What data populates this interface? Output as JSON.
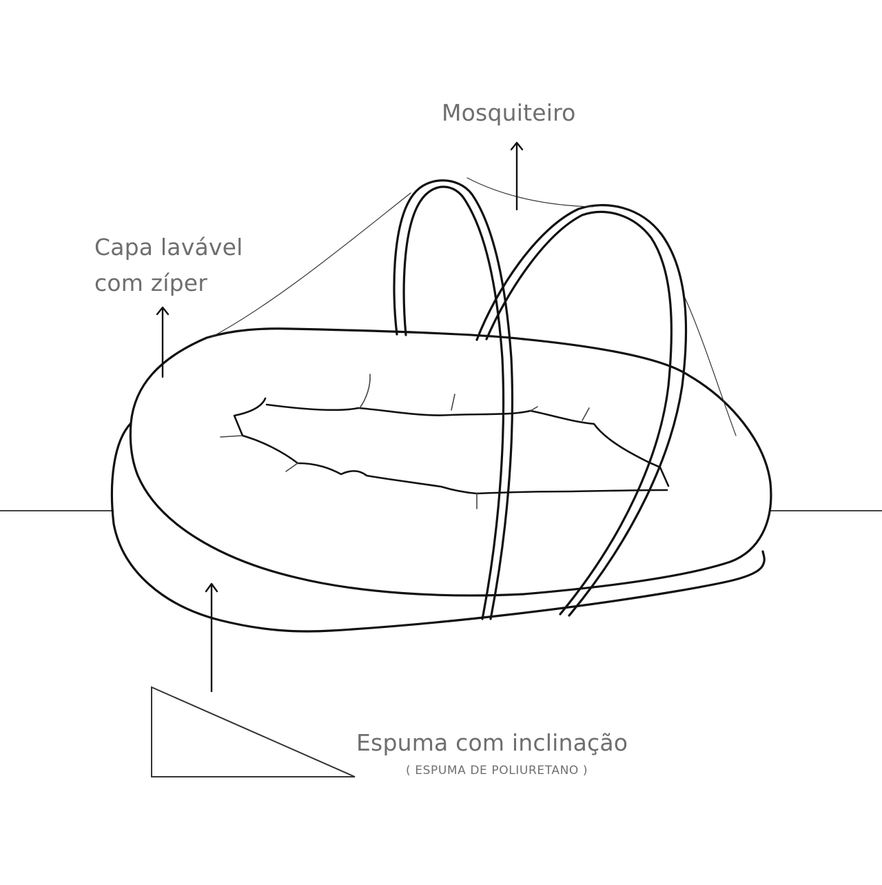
{
  "diagram": {
    "title": "Baby nest with mosquito net - parts diagram",
    "colors": {
      "background": "#ffffff",
      "line": "#111111",
      "label_text": "#6e6e6e"
    },
    "labels": {
      "mosquiteiro": "Mosquiteiro",
      "capa_line1": "Capa lavável",
      "capa_line2": "com zíper",
      "espuma": "Espuma com inclinação",
      "espuma_sub": "( ESPUMA DE POLIURETANO )"
    },
    "callouts": [
      {
        "id": "mosquiteiro",
        "label": "Mosquiteiro",
        "arrow_direction": "up",
        "target": "mosquito-net"
      },
      {
        "id": "capa",
        "label": "Capa lavável com zíper",
        "arrow_direction": "up",
        "target": "washable-cover"
      },
      {
        "id": "espuma",
        "label": "Espuma com inclinação",
        "sublabel": "( ESPUMA DE POLIURETANO )",
        "arrow_direction": "up",
        "target": "inclined-foam"
      }
    ],
    "icons": [
      "arrow-up-icon",
      "wedge-triangle-icon"
    ]
  }
}
